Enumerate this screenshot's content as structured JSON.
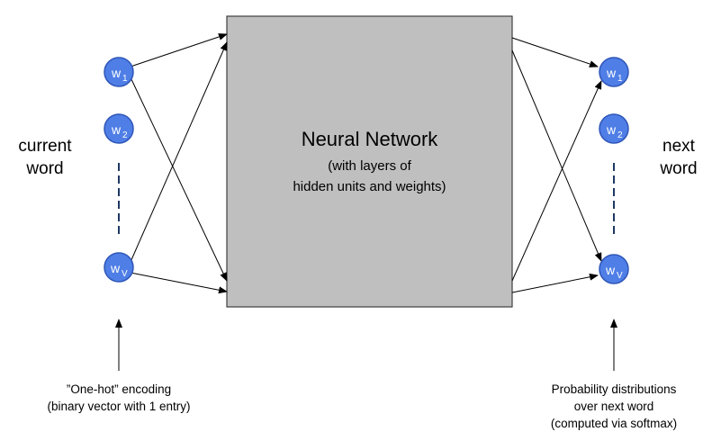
{
  "network_box": {
    "title": "Neural Network",
    "subtitle_line1": "(with layers of",
    "subtitle_line2": "hidden units and weights)"
  },
  "input_side": {
    "label_line1": "current",
    "label_line2": "word",
    "nodes": [
      {
        "base": "w",
        "sub": "1"
      },
      {
        "base": "w",
        "sub": "2"
      },
      {
        "base": "w",
        "sub": "V"
      }
    ],
    "note_line1": "”One-hot” encoding",
    "note_line2": "(binary vector with 1 entry)"
  },
  "output_side": {
    "label_line1": "next",
    "label_line2": "word",
    "nodes": [
      {
        "base": "w",
        "sub": "1"
      },
      {
        "base": "w",
        "sub": "2"
      },
      {
        "base": "w",
        "sub": "V"
      }
    ],
    "note_line1": "Probability distributions",
    "note_line2": "over next word",
    "note_line3": "(computed via softmax)"
  },
  "colors": {
    "node_fill": "#4f7fe6",
    "node_stroke": "#2f56b8",
    "box_fill": "#bfbfbf",
    "dash": "#1f3864"
  }
}
